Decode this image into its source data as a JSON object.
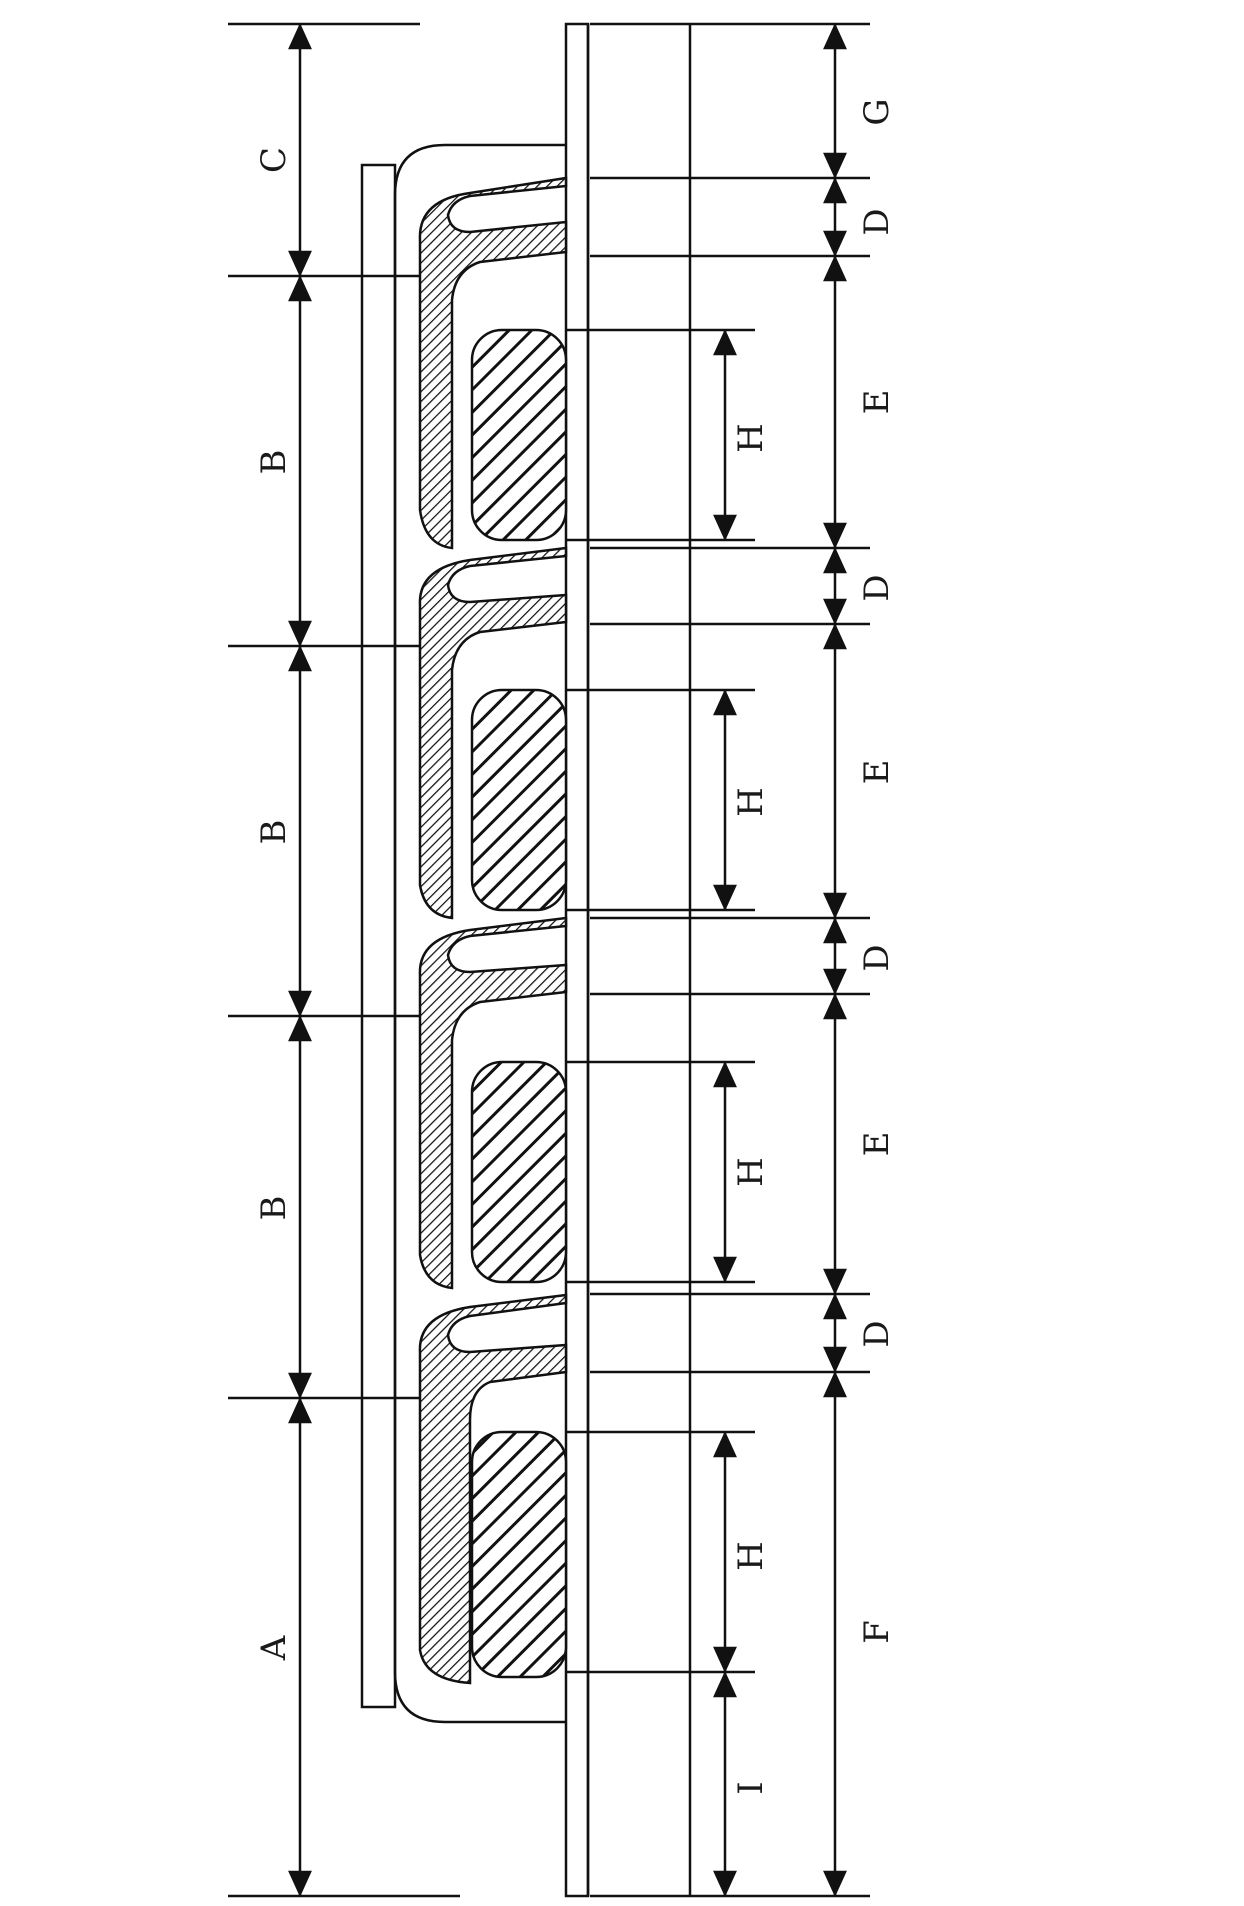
{
  "diagram": {
    "left_labels": [
      "C",
      "B",
      "B",
      "B",
      "A"
    ],
    "right_labels": [
      "G",
      "D",
      "E",
      "D",
      "E",
      "D",
      "E",
      "D",
      "F"
    ],
    "inner_labels": [
      "H",
      "H",
      "H",
      "H",
      "I"
    ]
  }
}
